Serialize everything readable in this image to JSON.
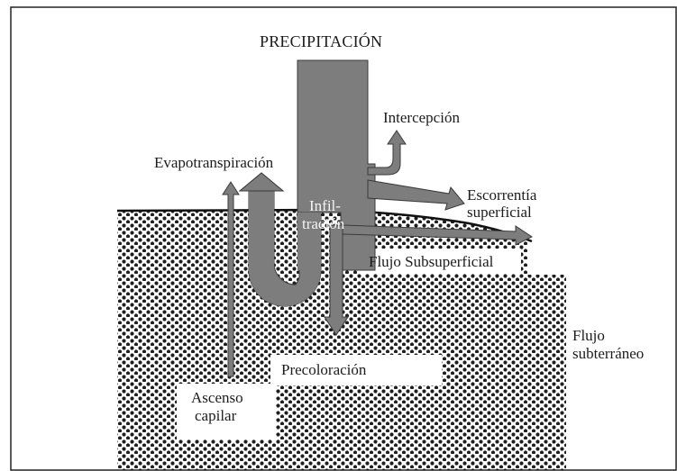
{
  "diagram": {
    "labels": {
      "precipitation": "PRECIPITACIÓN",
      "interception": "Intercepción",
      "evapotranspiration": "Evapotranspiración",
      "infiltration_1": "Infil-",
      "infiltration_2": "tración",
      "runoff_1": "Escorrentía",
      "runoff_2": "superficial",
      "subsurface_flow": "Flujo Subsuperficial",
      "groundwater_flow_1": "Flujo",
      "groundwater_flow_2": "subterráneo",
      "percolation": "Precoloración",
      "capillary_rise_1": "Ascenso",
      "capillary_rise_2": "capilar"
    },
    "colors": {
      "arrow_fill": "#7d7d7d",
      "arrow_stroke": "#3a3a3a",
      "soil_dot": "#1e1e1e",
      "frame": "#222222",
      "background": "#ffffff"
    }
  }
}
